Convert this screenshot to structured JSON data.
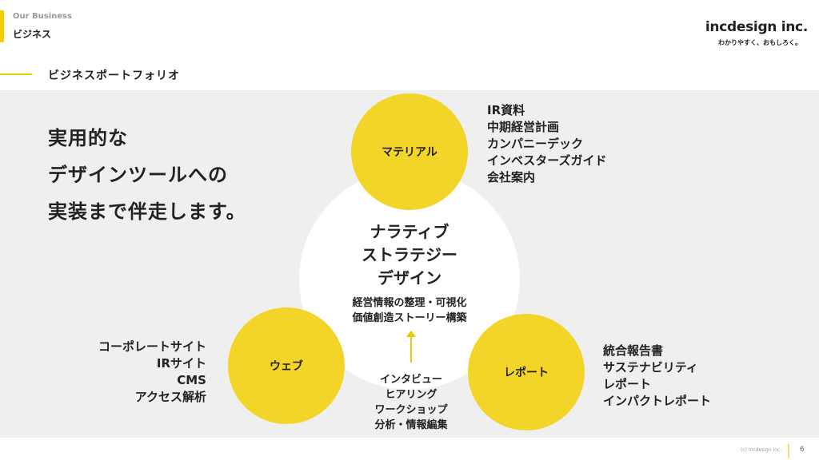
{
  "header": {
    "section_en": "Our Business",
    "section_jp": "ビジネス",
    "logo": "incdesign inc.",
    "tagline": "わかりやすく、おもしろく。"
  },
  "page_title": "ビジネスポートフォリオ",
  "lead": [
    "実用的な",
    "デザインツールへの",
    "実装まで伴走します。"
  ],
  "center": {
    "title": [
      "ナラティブ",
      "ストラテジー",
      "デザイン"
    ],
    "sub": [
      "経営情報の整理・可視化",
      "価値創造ストーリー構築"
    ]
  },
  "circles": {
    "material": "マテリアル",
    "web": "ウェブ",
    "report": "レポート"
  },
  "material_items": [
    "IR資料",
    "中期経営計画",
    "カンパニーデック",
    "インベスターズガイド",
    "会社案内"
  ],
  "web_items": [
    "コーポレートサイト",
    "IRサイト",
    "CMS",
    "アクセス解析"
  ],
  "report_items": [
    "統合報告書",
    "サステナビリティ",
    "レポート",
    "インパクトレポート"
  ],
  "process_items": [
    "インタビュー",
    "ヒアリング",
    "ワークショップ",
    "分析・情報編集"
  ],
  "footer": {
    "copyright": "(c) Incdesign inc.",
    "page": "6"
  },
  "colors": {
    "accent": "#f2d528",
    "band": "#efefef"
  }
}
